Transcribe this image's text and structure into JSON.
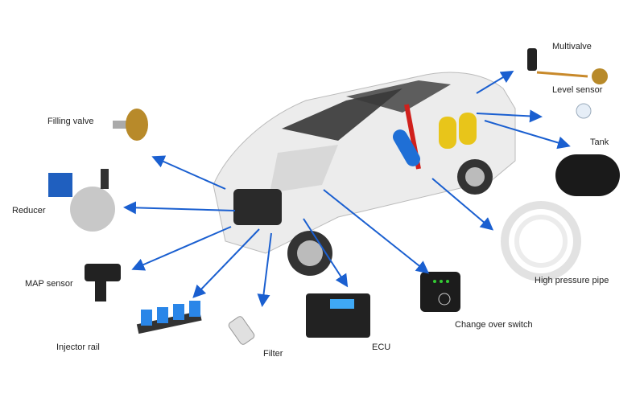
{
  "labels": {
    "multivalve": "Multivalve",
    "level_sensor": "Level sensor",
    "tank": "Tank",
    "high_pressure_pipe": "High pressure pipe",
    "change_over_switch": "Change over switch",
    "ecu": "ECU",
    "filter": "Filter",
    "injector_rail": "Injector rail",
    "map_sensor": "MAP sensor",
    "reducer": "Reducer",
    "filling_valve": "Filling valve"
  },
  "colors": {
    "arrow": "#1a5fd0",
    "car_body": "#e9e9e9",
    "tank_yellow": "#e8c51a",
    "pipe_red": "#d0201c",
    "blue_parts": "#1f6fd6"
  }
}
